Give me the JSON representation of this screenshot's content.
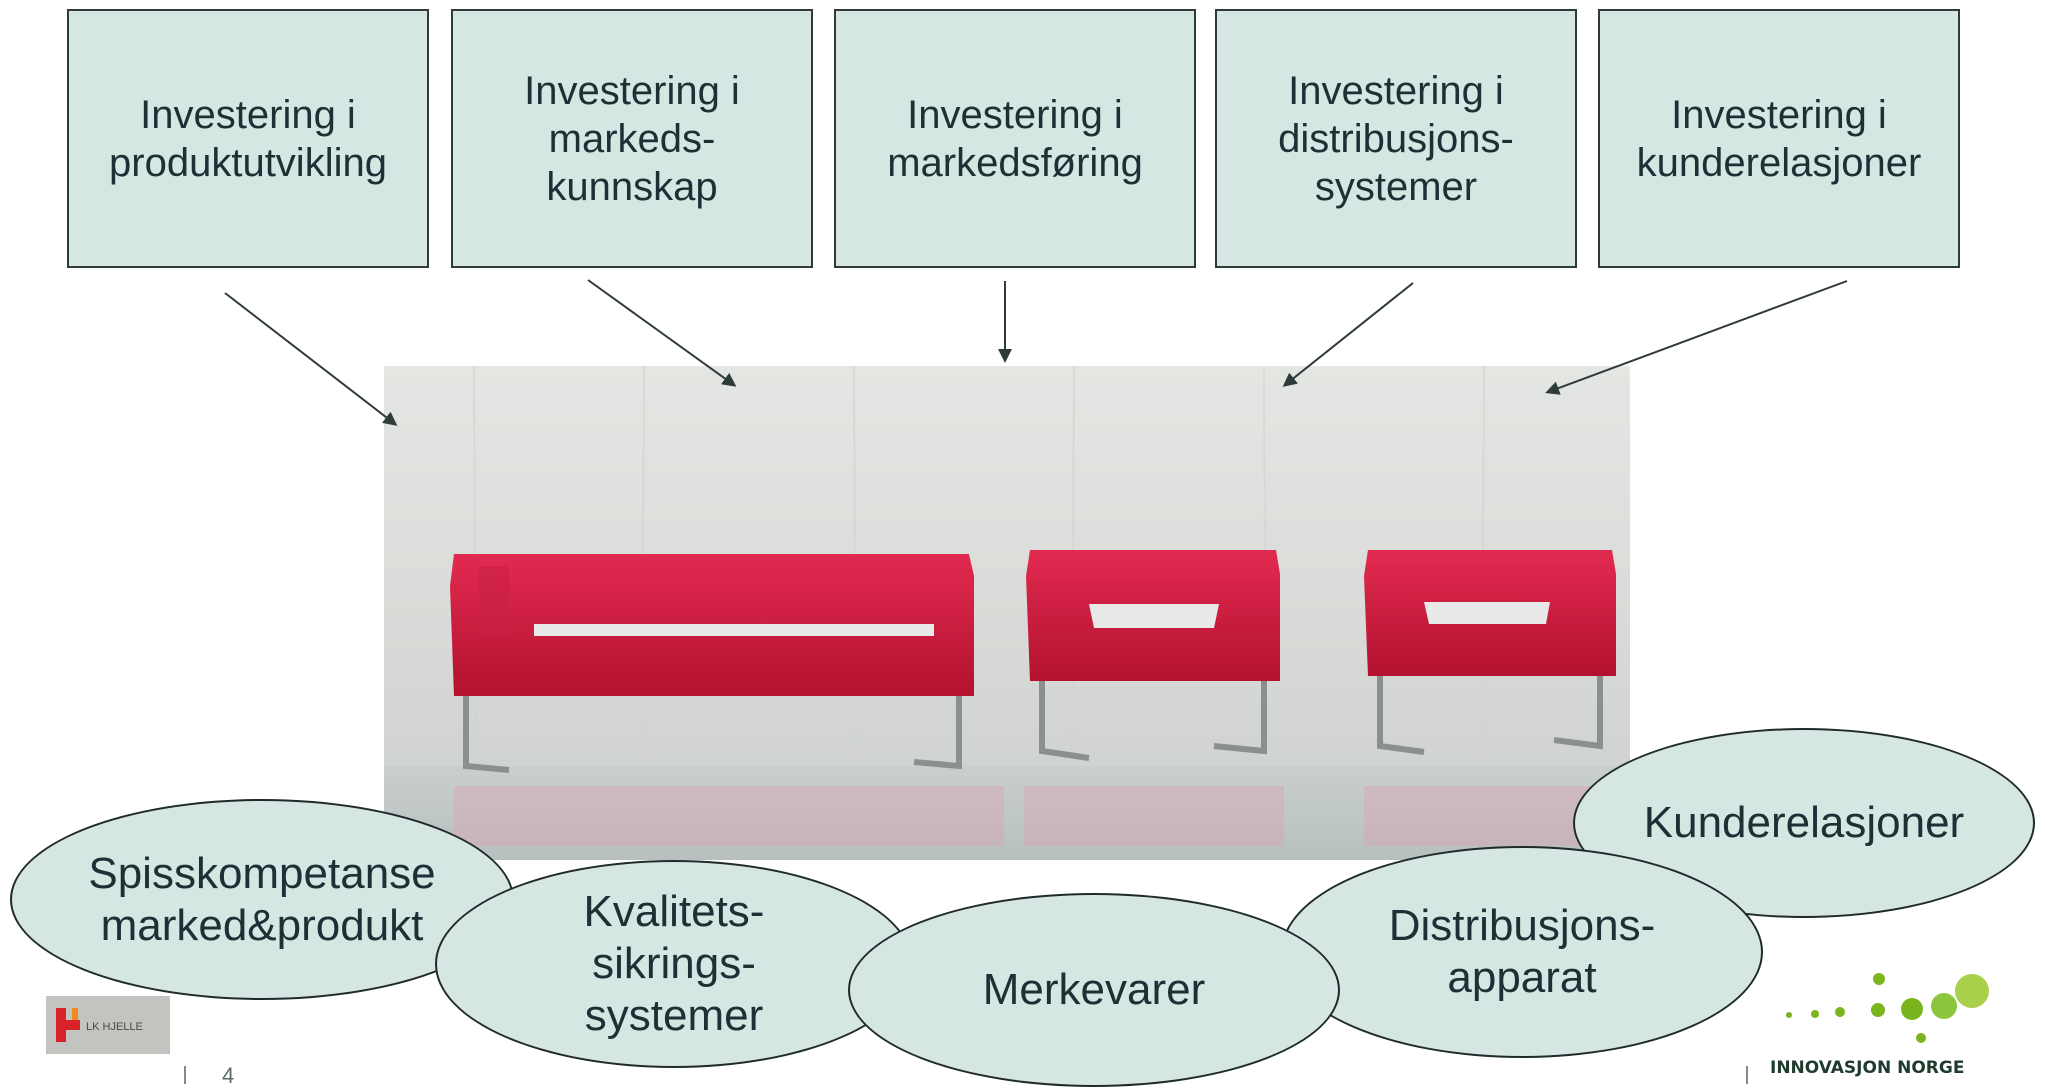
{
  "investments": [
    {
      "text": "Investering i\nproduktutvikling"
    },
    {
      "text": "Investering i\nmarkeds-\nkunnskap"
    },
    {
      "text": "Investering i\nmarkedsføring"
    },
    {
      "text": "Investering i\ndistribusjons-\nsystemer"
    },
    {
      "text": "Investering i\nkunderelasjoner"
    }
  ],
  "outcomes": [
    {
      "text": "Spisskompetanse\nmarked&produkt"
    },
    {
      "text": "Kvalitets-\nsikrings-\nsystemer"
    },
    {
      "text": "Merkevarer"
    },
    {
      "text": "Distribusjons-\napparat"
    },
    {
      "text": "Kunderelasjoner"
    }
  ],
  "footer": {
    "page_number": "4",
    "left_logo_text": "LK HJELLE",
    "right_logo_text": "INNOVASJON NORGE"
  },
  "colors": {
    "box_fill": "#d6e6e2",
    "box_border": "#2f3b3a",
    "text": "#1f2f36",
    "sofa_red": "#d2183f",
    "logo_green": "#7ab51d"
  }
}
